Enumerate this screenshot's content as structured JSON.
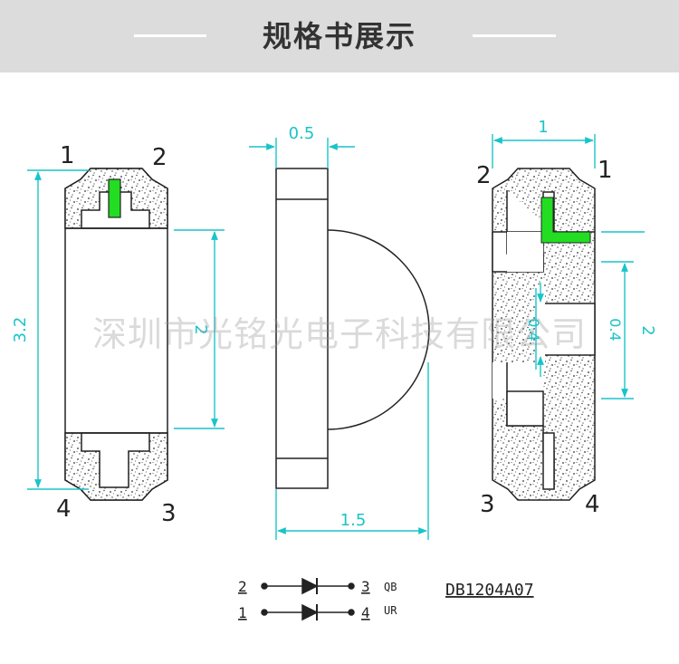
{
  "header": {
    "title": "规格书展示"
  },
  "pads_left": {
    "top_left": "1",
    "top_right": "2",
    "bottom_left": "4",
    "bottom_right": "3"
  },
  "pads_right": {
    "top_left": "2",
    "top_right": "1",
    "bottom_left": "3",
    "bottom_right": "4"
  },
  "dimensions": {
    "length": "3.2",
    "side_thickness": "0.5",
    "side_height": "1.5",
    "top_width": "1",
    "pad_span": "2",
    "gap_left": "0.4",
    "gap_right": "0.4",
    "inner_span_label": "2"
  },
  "schematic": {
    "row1_left": "2",
    "row1_right": "3",
    "row1_code": "QB",
    "row2_left": "1",
    "row2_right": "4",
    "row2_code": "UR",
    "part_number": "DB1204A07"
  },
  "watermark": "深圳市光铭光电子科技有限公司",
  "colors": {
    "dimension": "#19c4c9",
    "marker": "#22dd22",
    "outline": "#222222",
    "header_bg": "#dcdcdc"
  }
}
